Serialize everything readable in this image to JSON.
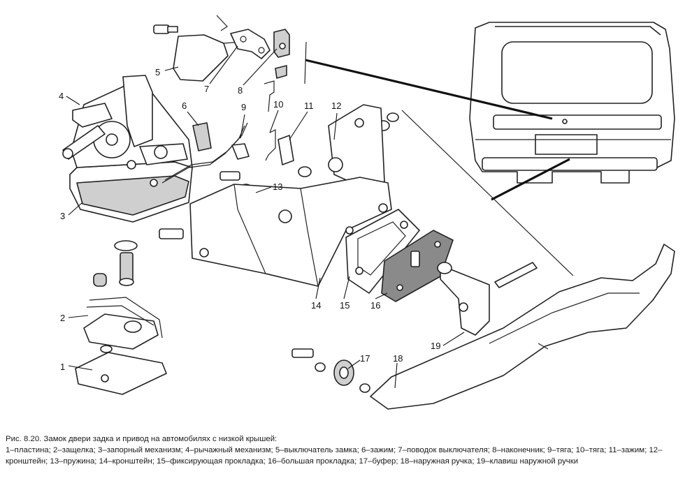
{
  "figure": {
    "caption_title": "Рис. 8.20. Замок двери задка и привод на автомобилях с низкой крышей:",
    "caption_body": "1–пластина; 2–защелка; 3–запорный механизм; 4–рычажный механизм; 5–выключатель замка; 6–зажим; 7–поводок выключателя; 8–наконечник; 9–тяга; 10–тяга; 11–зажим; 12–кронштейн; 13–пружина; 14–кронштейн; 15–фиксирующая прокладка; 16–большая прокладка; 17–буфер; 18–наружная ручка; 19–клавиш наружной ручки"
  },
  "callouts": {
    "c1": "1",
    "c2": "2",
    "c3": "3",
    "c4": "4",
    "c5": "5",
    "c6": "6",
    "c7": "7",
    "c8": "8",
    "c9": "9",
    "c10": "10",
    "c11": "11",
    "c12": "12",
    "c13": "13",
    "c14": "14",
    "c15": "15",
    "c16": "16",
    "c17": "17",
    "c18": "18",
    "c19": "19"
  },
  "colors": {
    "ink": "#222222",
    "shade": "#cfcfcf",
    "dark": "#8a8a8a",
    "paper": "#ffffff"
  }
}
